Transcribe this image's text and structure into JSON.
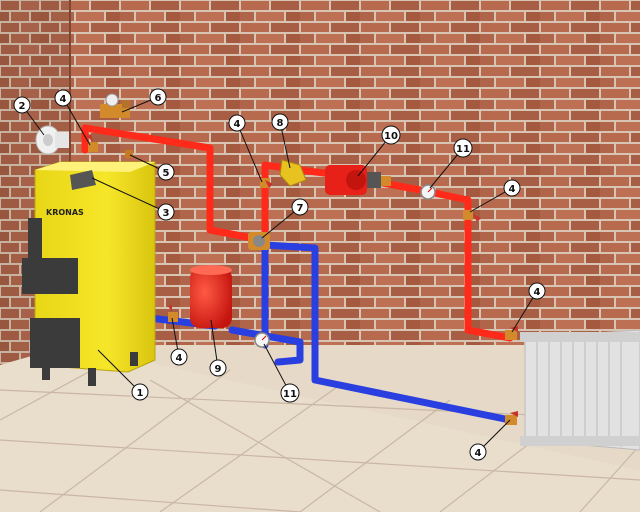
{
  "boiler": {
    "brand": "KRONAS",
    "body_color": "#f2e21b",
    "trim_color": "#3b3b3b"
  },
  "pipes": {
    "supply_color": "#ff2a1a",
    "return_color": "#2a3fe0"
  },
  "wall": {
    "brick_color": "#b86a4e",
    "mortar_color": "#d8c4b3"
  },
  "floor": {
    "tile_color": "#e9ddcc",
    "grout_color": "#c9b7a3"
  },
  "expansion_tank": {
    "color": "#e8201a"
  },
  "radiator": {
    "color": "#d9d9d9"
  },
  "callouts": [
    "1",
    "2",
    "3",
    "4",
    "5",
    "6",
    "7",
    "8",
    "9",
    "10",
    "11"
  ]
}
